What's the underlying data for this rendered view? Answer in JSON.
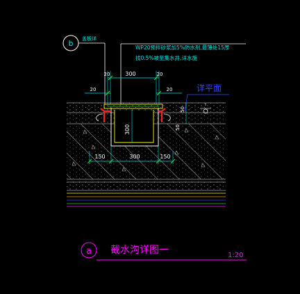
{
  "drawing": {
    "title": "截水沟详图一",
    "title_marker": "a",
    "scale": "1:20",
    "ref_marker": "b",
    "ref_label": "盖板详",
    "note_line1": "WP20预拌砂浆加5%防水剂,最薄处15厚",
    "note_line2": "找0.5%坡至集水井,详水施",
    "detail_ref": "详平面",
    "dims": {
      "top_width": "300",
      "top_left": "20",
      "top_right": "20",
      "left_side": "20",
      "right_side": "20",
      "depth": "300",
      "depth_small": "50",
      "bottom_left": "150",
      "bottom_mid": "300",
      "bottom_right": "150",
      "right_side2": "50"
    }
  },
  "colors": {
    "background": "#000000",
    "cyan": "#00e5e5",
    "white": "#ffffff",
    "yellow": "#f0f000",
    "magenta": "#ff00ff",
    "green": "#22dd22",
    "red": "#ff2222",
    "blue": "#3344ff",
    "gray": "#a0a0a0",
    "orange": "#ff9900"
  }
}
